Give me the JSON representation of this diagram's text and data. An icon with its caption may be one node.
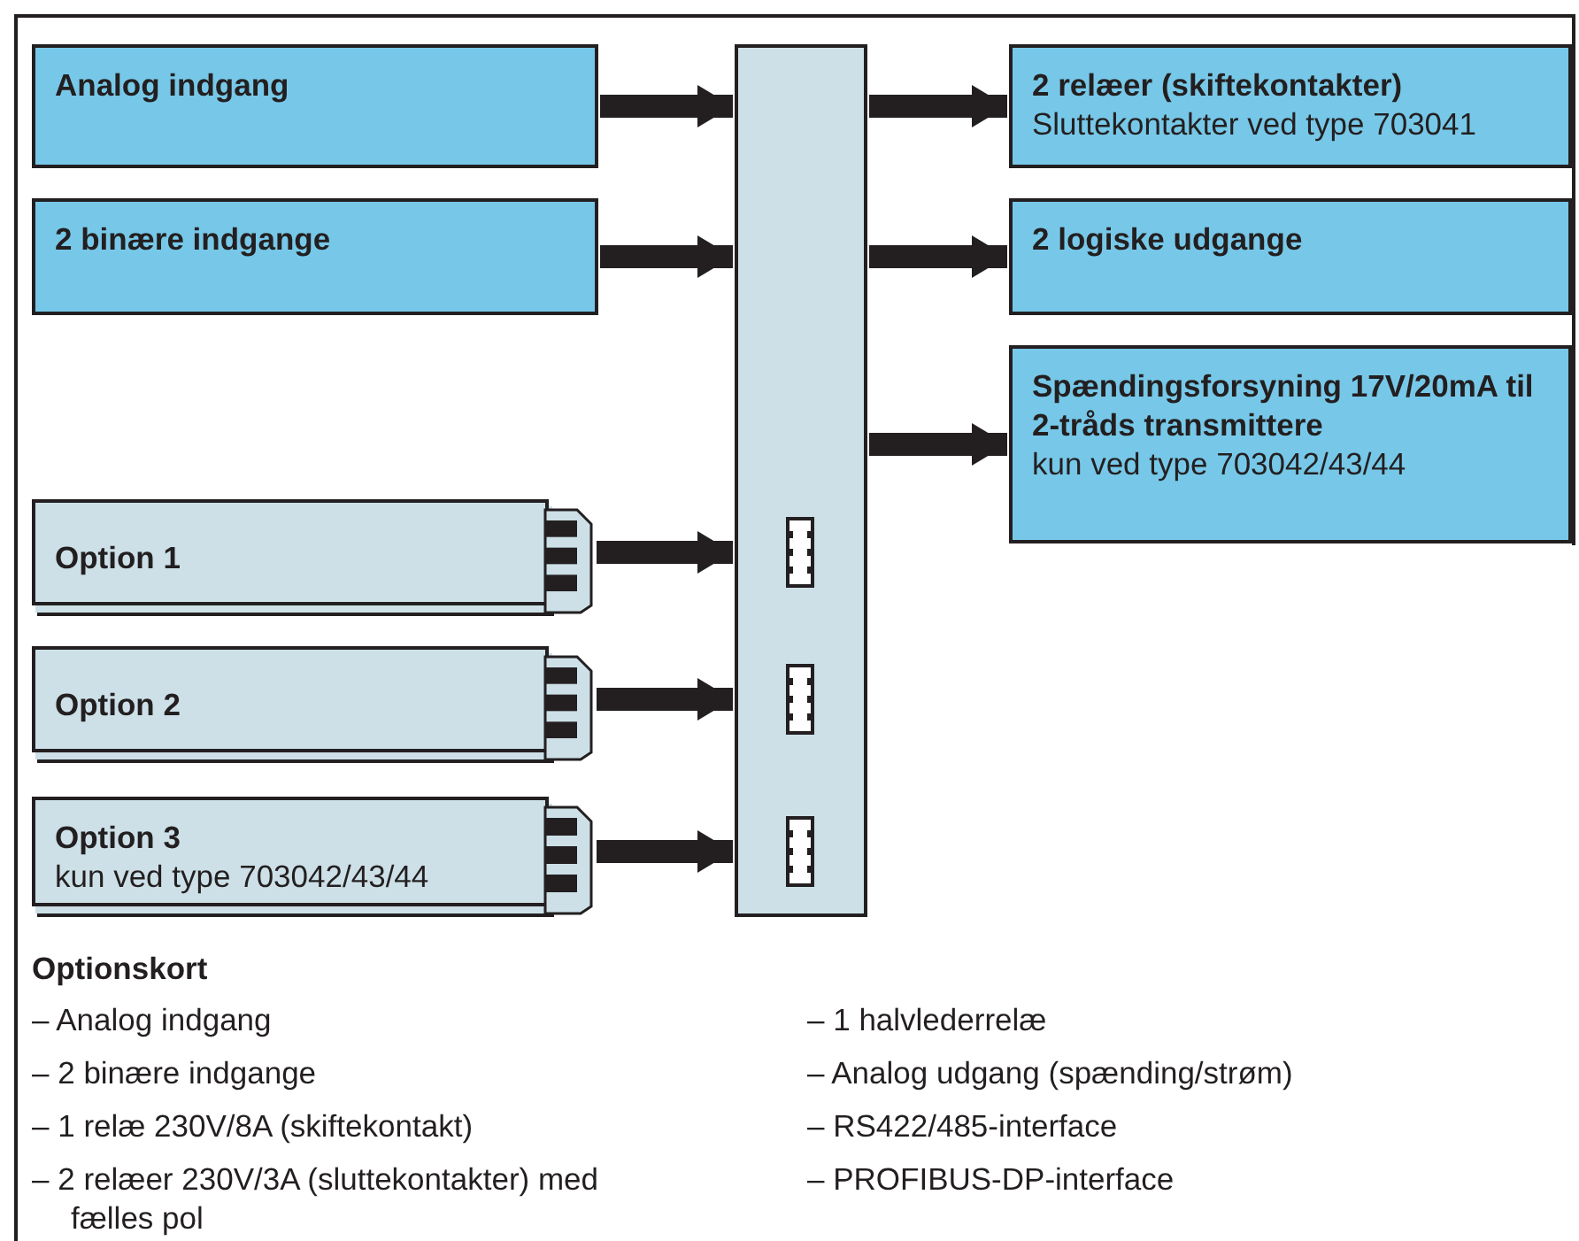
{
  "diagram": {
    "nodes": [
      {
        "text": [
          "Analog indgang"
        ]
      },
      {
        "text": [
          "2 binære indgange"
        ]
      },
      {
        "text": [
          "Option 1"
        ]
      },
      {
        "text": [
          "Option 2"
        ]
      },
      {
        "text": [
          "Option 3",
          "kun ved type 703042/43/44"
        ]
      },
      {
        "text": [],
        "shape": "box"
      },
      {
        "text": [
          "2 relæer (skiftekontakter)",
          "Sluttekontakter ved type 703041"
        ]
      },
      {
        "text": [
          "2 logiske udgange"
        ]
      },
      {
        "text": [
          "Spændingsforsyning 17V/20mA til 2-tråds transmittere",
          "kun ved type 703042/43/44"
        ]
      }
    ],
    "edges": [
      {
        "from": 0,
        "to": 5,
        "arrow": "to"
      },
      {
        "from": 1,
        "to": 5,
        "arrow": "to"
      },
      {
        "from": 2,
        "to": 5,
        "arrow": "to"
      },
      {
        "from": 3,
        "to": 5,
        "arrow": "to"
      },
      {
        "from": 4,
        "to": 5,
        "arrow": "to"
      },
      {
        "from": 5,
        "to": 6,
        "arrow": "to"
      },
      {
        "from": 5,
        "to": 7,
        "arrow": "to"
      },
      {
        "from": 5,
        "to": 8,
        "arrow": "to"
      }
    ],
    "labels": [
      "Optionskort",
      "– Analog indgang",
      "– 2 binære indgange",
      "– 1 relæ 230V/8A (skiftekontakt)",
      "– 2 relæer 230V/3A (sluttekontakter) med fælles pol",
      "– 1 halvlederrelæ",
      "– Analog udgang (spænding/strøm)",
      "– RS422/485-interface",
      "– PROFIBUS-DP-interface"
    ]
  }
}
